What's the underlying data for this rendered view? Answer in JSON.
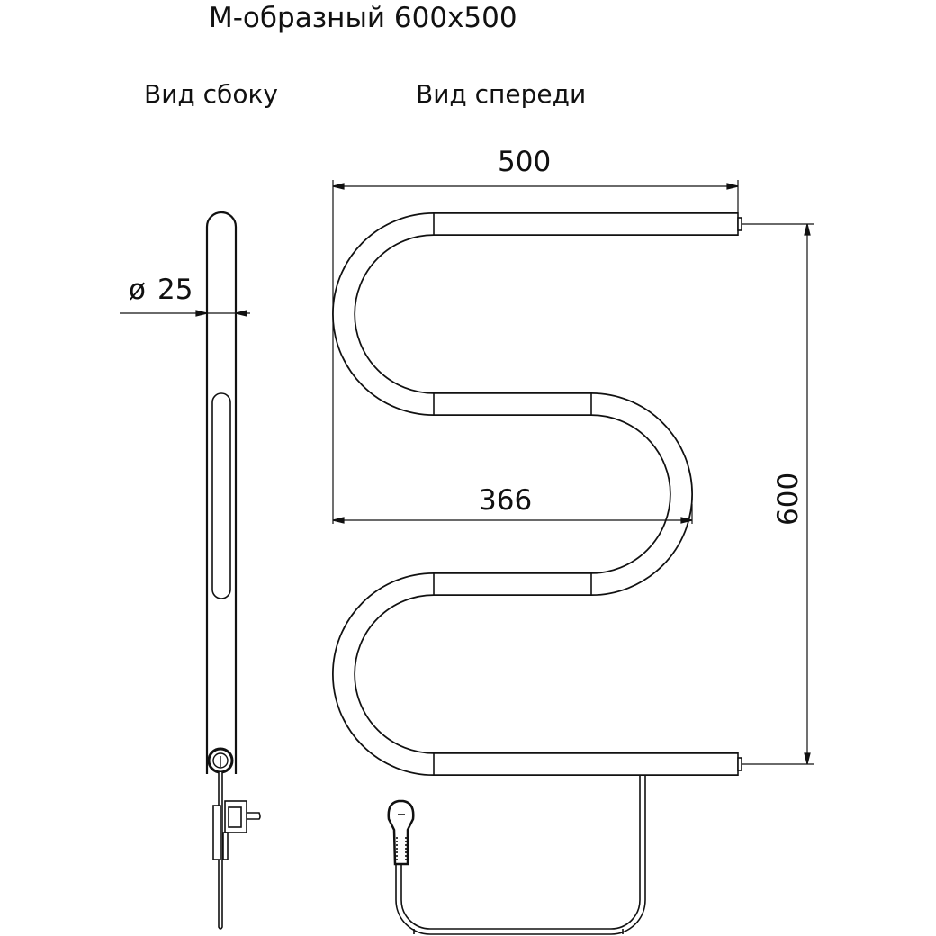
{
  "title": "М-образный 600х500",
  "views": {
    "side": "Вид сбоку",
    "front": "Вид спереди"
  },
  "dimensions": {
    "width": "500",
    "inner_width": "366",
    "height": "600",
    "diameter_symbol": "ø",
    "diameter": "25"
  },
  "colors": {
    "line": "#111111",
    "background": "#ffffff"
  }
}
